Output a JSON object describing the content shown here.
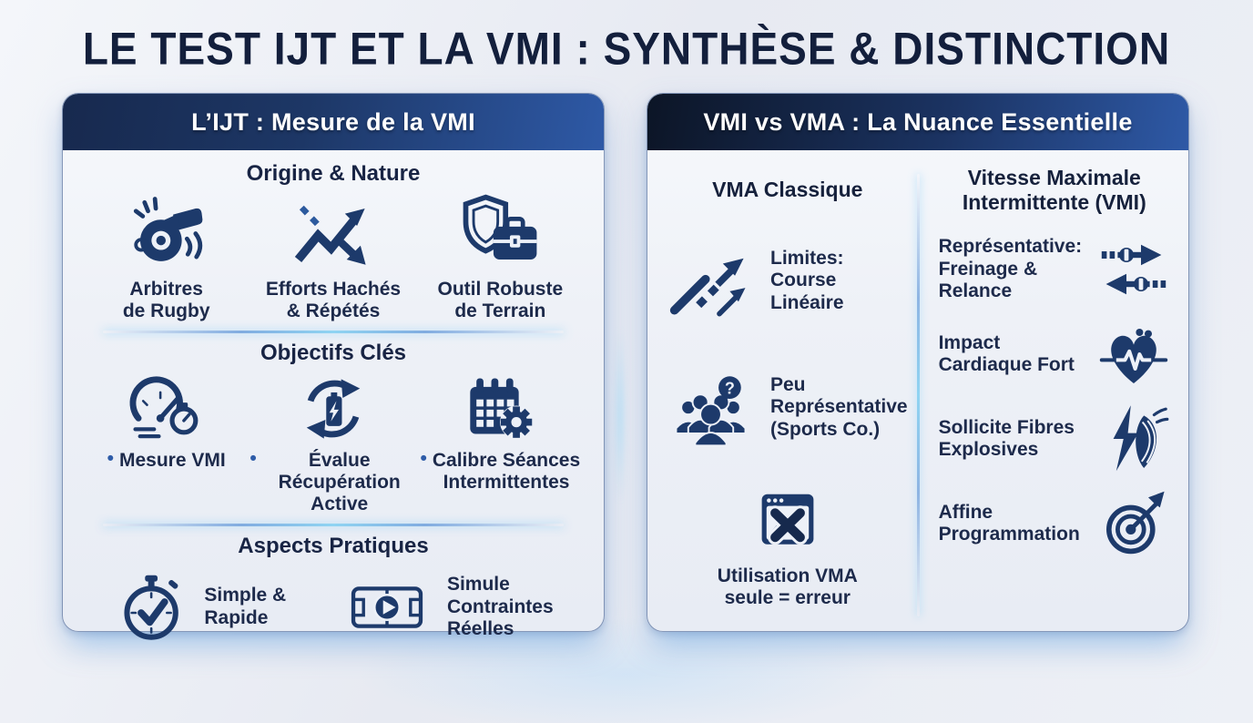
{
  "title": "LE TEST IJT ET LA VMI : SYNTHÈSE & DISTINCTION",
  "icons": {
    "question_mark": "?"
  },
  "colors": {
    "header_gradient_dark": "#0c1526",
    "header_gradient_blue": "#2e59a6",
    "icon_navy": "#1d3a6b",
    "text_navy": "#1d2a4b",
    "panel_background": "#eef1f7",
    "divider_blue": "#6fa0dc",
    "glow_cyan": "#8fd4f2"
  },
  "left_panel": {
    "header": "L’IJT : Mesure de la VMI",
    "sections": [
      {
        "heading": "Origine & Nature",
        "items": [
          {
            "icon": "whistle-icon",
            "label": "Arbitres\nde Rugby"
          },
          {
            "icon": "zigzag-arrows-icon",
            "label": "Efforts Hachés\n& Répétés"
          },
          {
            "icon": "shield-briefcase-icon",
            "label": "Outil Robuste\nde Terrain"
          }
        ]
      },
      {
        "heading": "Objectifs Clés",
        "bullet": "•",
        "items": [
          {
            "icon": "speedometer-stopwatch-icon",
            "label": "Mesure VMI"
          },
          {
            "icon": "battery-recycle-icon",
            "label": "Évalue Récupération\nActive"
          },
          {
            "icon": "calendar-gear-icon",
            "label": "Calibre Séances\nIntermittentes"
          }
        ]
      },
      {
        "heading": "Aspects Pratiques",
        "items": [
          {
            "icon": "stopwatch-check-icon",
            "label": "Simple &\nRapide"
          },
          {
            "icon": "field-play-icon",
            "label": "Simule\nContraintes\nRéelles"
          }
        ]
      }
    ]
  },
  "right_panel": {
    "header": "VMI vs VMA : La Nuance Essentielle",
    "columns": [
      {
        "heading": "VMA Classique",
        "items": [
          {
            "icon": "linear-track-icon",
            "label": "Limites:\nCourse Linéaire"
          },
          {
            "icon": "crowd-question-icon",
            "label": "Peu\nReprésentative\n(Sports Co.)"
          },
          {
            "icon": "browser-error-icon",
            "label": "Utilisation VMA\nseule = erreur"
          }
        ]
      },
      {
        "heading": "Vitesse Maximale\nIntermittente (VMI)",
        "items": [
          {
            "icon": "brake-relaunch-icon",
            "label": "Représentative:\nFreinage &\nRelance"
          },
          {
            "icon": "heart-ecg-icon",
            "label": "Impact\nCardiaque Fort"
          },
          {
            "icon": "muscle-lightning-icon",
            "label": "Sollicite Fibres\nExplosives"
          },
          {
            "icon": "target-dart-icon",
            "label": "Affine\nProgrammation"
          }
        ]
      }
    ]
  }
}
